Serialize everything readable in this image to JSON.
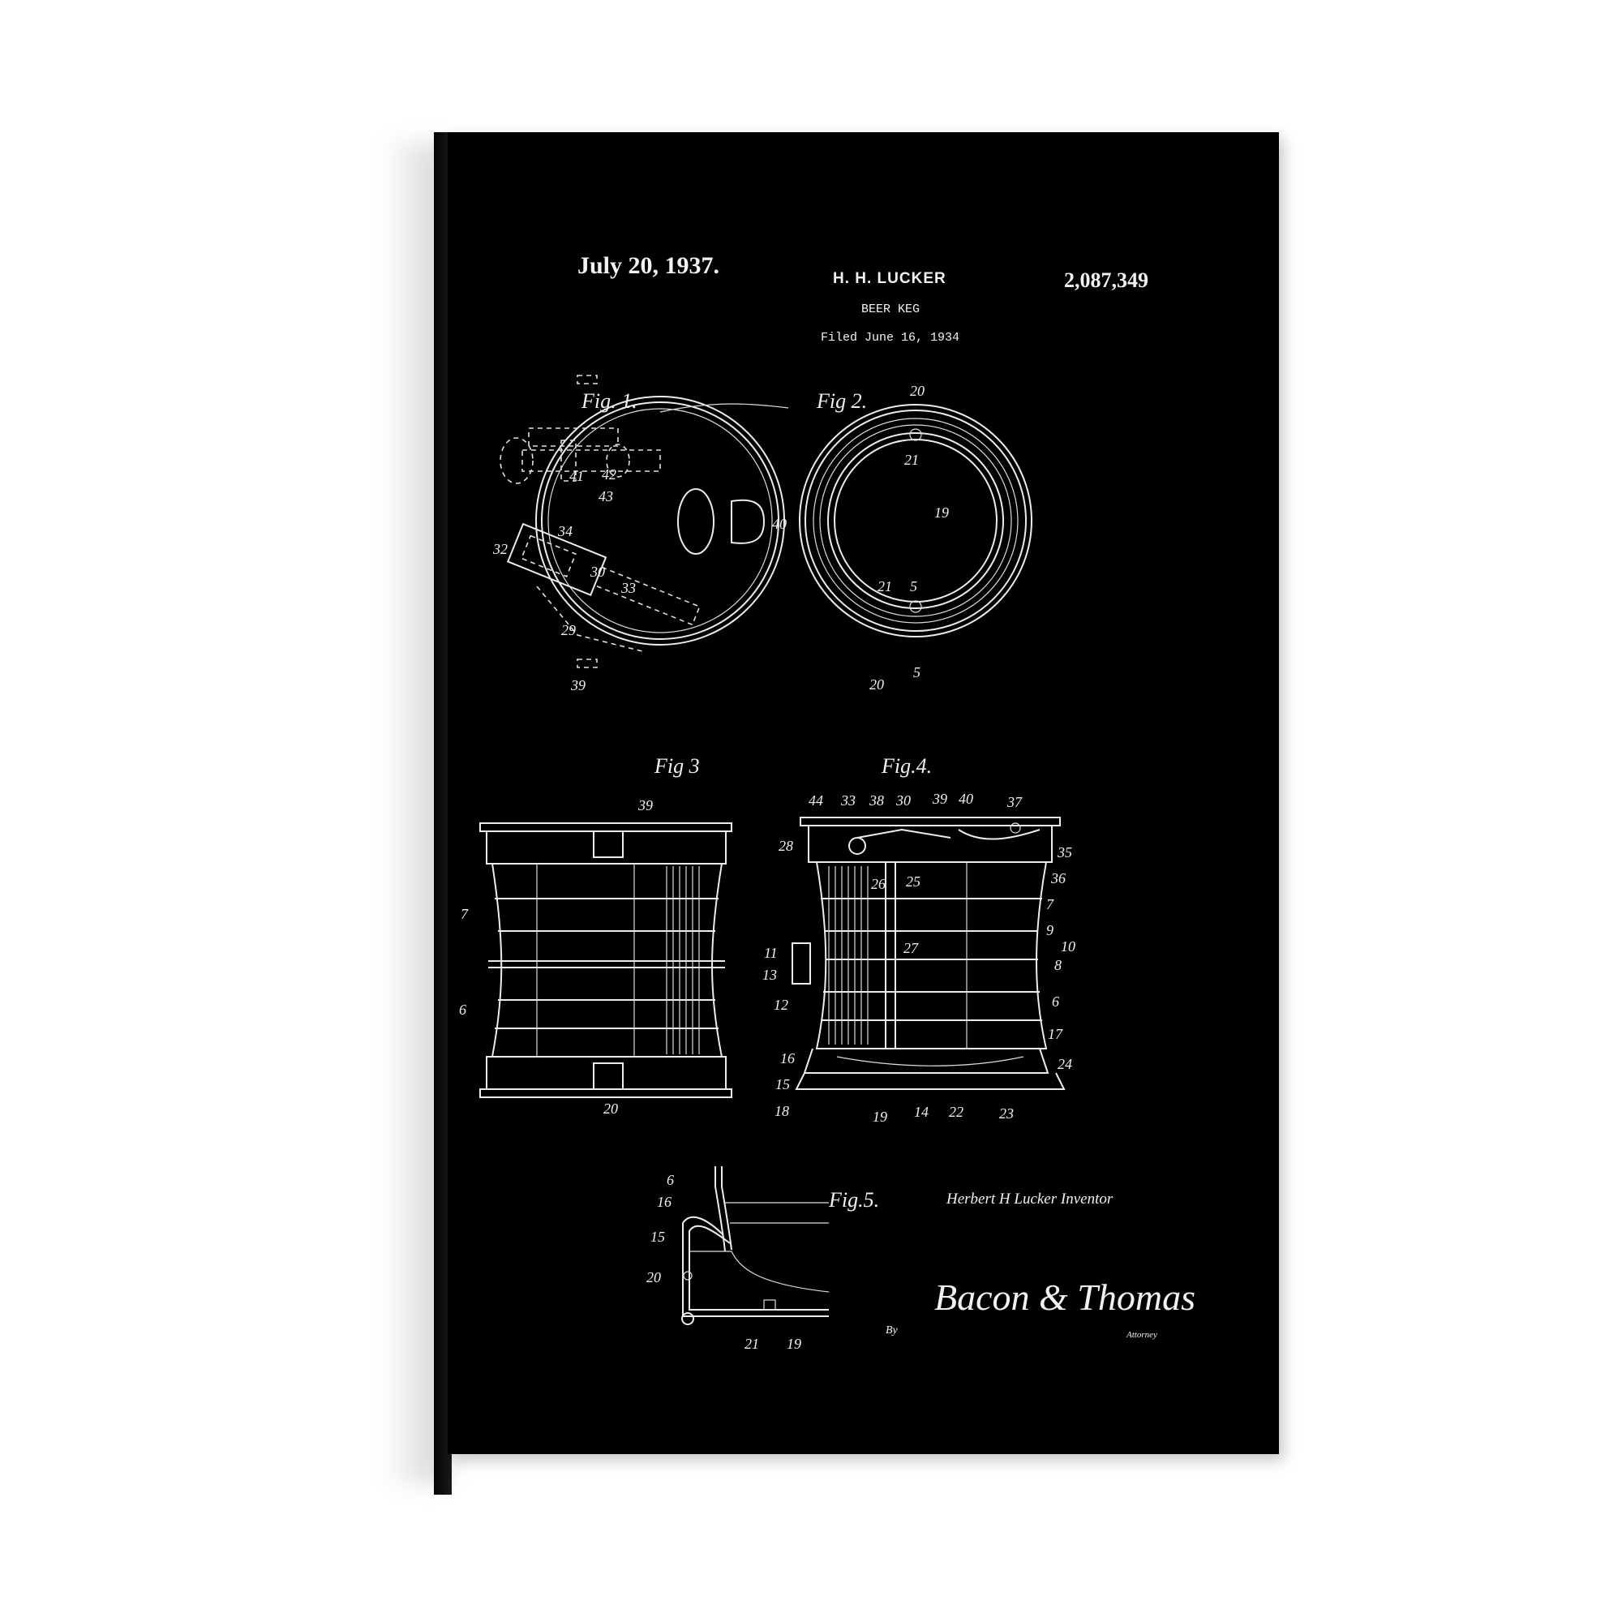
{
  "header": {
    "date": "July 20, 1937.",
    "inventor": "H. H. LUCKER",
    "title": "BEER KEG",
    "filed": "Filed June 16, 1934",
    "patent_number": "2,087,349"
  },
  "figures": {
    "fig1": {
      "label": "Fig. 1.",
      "callouts": [
        "41",
        "42",
        "43",
        "34",
        "32",
        "30",
        "33",
        "29",
        "39",
        "40"
      ]
    },
    "fig2": {
      "label": "Fig 2.",
      "callouts": [
        "20",
        "21",
        "19",
        "21",
        "5",
        "20",
        "5"
      ]
    },
    "fig3": {
      "label": "Fig 3",
      "callouts": [
        "39",
        "7",
        "6",
        "20"
      ]
    },
    "fig4": {
      "label": "Fig.4.",
      "callouts": [
        "44",
        "33",
        "38",
        "30",
        "39",
        "40",
        "37",
        "28",
        "35",
        "26",
        "25",
        "36",
        "7",
        "9",
        "10",
        "27",
        "11",
        "13",
        "8",
        "12",
        "6",
        "17",
        "16",
        "24",
        "15",
        "18",
        "19",
        "14",
        "22",
        "23"
      ]
    },
    "fig5": {
      "label": "Fig.5.",
      "callouts": [
        "6",
        "16",
        "15",
        "20",
        "21",
        "19"
      ]
    }
  },
  "signatures": {
    "inventor_line": "Herbert H Lucker  Inventor",
    "by": "By",
    "attorney": "Bacon & Thomas",
    "attorney_label": "Attorney"
  }
}
